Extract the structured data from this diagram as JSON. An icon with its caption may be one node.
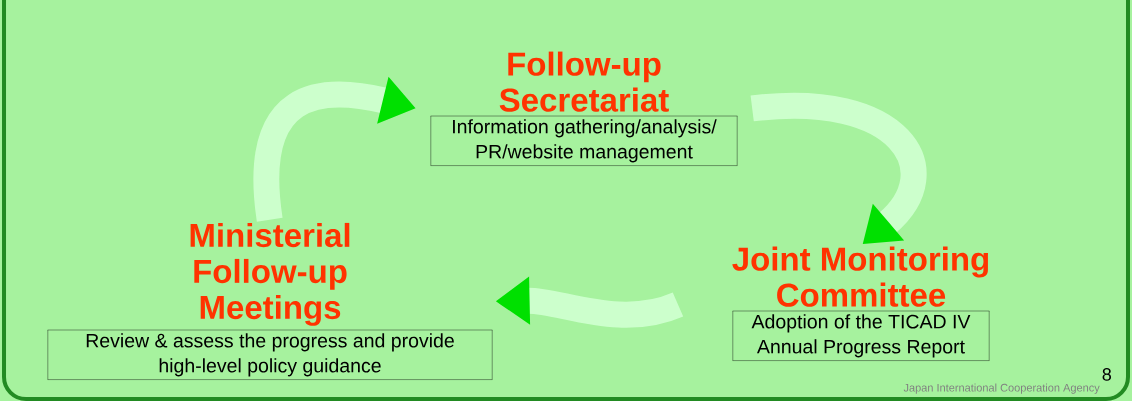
{
  "diagram": {
    "nodes": [
      {
        "text": [
          "Ministerial Follow-up Meetings",
          "Review & assess the progress and provide high-level policy guidance"
        ]
      },
      {
        "text": [
          "Follow-up Secretariat",
          "Information gathering/analysis/ PR/website management"
        ]
      },
      {
        "text": [
          "Joint Monitoring Committee",
          "Adoption of the TICAD IV Annual Progress Report"
        ]
      }
    ],
    "edges": [
      {
        "from": 0,
        "to": 1,
        "arrow": "to"
      },
      {
        "from": 1,
        "to": 2,
        "arrow": "to"
      },
      {
        "from": 2,
        "to": 0,
        "arrow": "to"
      }
    ],
    "labels": [
      "8",
      "Japan International Cooperation Agency"
    ]
  }
}
